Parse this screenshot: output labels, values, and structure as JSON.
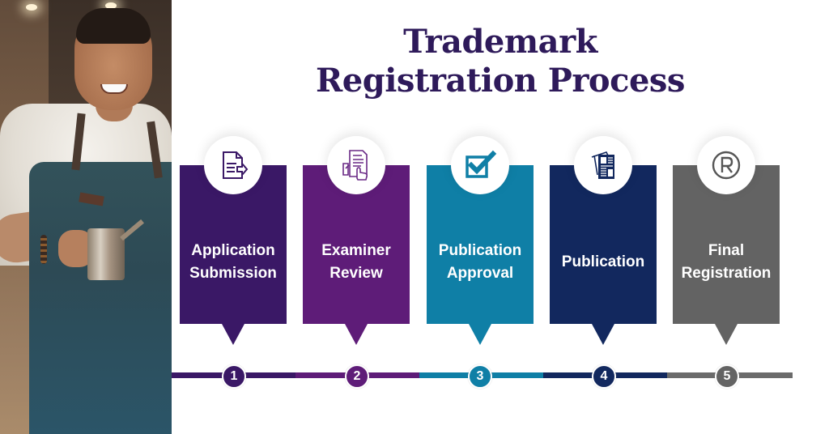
{
  "title": {
    "line1": "Trademark",
    "line2": "Registration Process"
  },
  "colors": {
    "title": "#2e1a5a",
    "step1": "#3a1866",
    "step2": "#5e1c78",
    "step3": "#0f7fa6",
    "step4": "#12285e",
    "step5": "#636363"
  },
  "steps": [
    {
      "number": "1",
      "label_line1": "Application",
      "label_line2": "Submission",
      "icon": "document-send-icon"
    },
    {
      "number": "2",
      "label_line1": "Examiner",
      "label_line2": "Review",
      "icon": "document-review-icon"
    },
    {
      "number": "3",
      "label_line1": "Publication",
      "label_line2": "Approval",
      "icon": "checkbox-check-icon"
    },
    {
      "number": "4",
      "label_line1": "Publication",
      "label_line2": "",
      "icon": "newspaper-icon"
    },
    {
      "number": "5",
      "label_line1": "Final",
      "label_line2": "Registration",
      "icon": "registered-trademark-icon"
    }
  ]
}
